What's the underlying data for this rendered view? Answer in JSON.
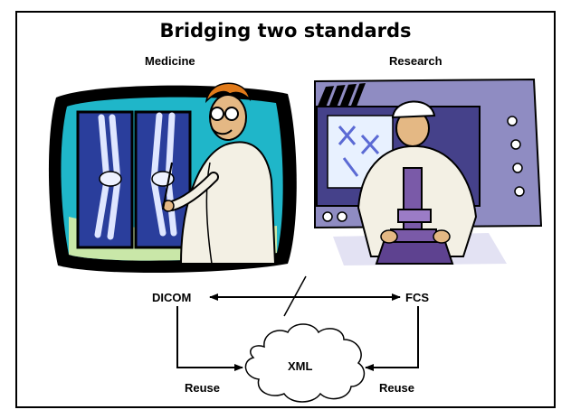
{
  "slide": {
    "title": "Bridging two standards",
    "labels": {
      "medicine": "Medicine",
      "research": "Research",
      "dicom": "DICOM",
      "fcs": "FCS",
      "xml": "XML",
      "reuse_left": "Reuse",
      "reuse_right": "Reuse"
    },
    "illustrations": {
      "left": "doctor-viewing-xray-clipart",
      "right": "scientist-at-microscope-clipart"
    },
    "colors": {
      "xray_bg": "#1fb6c9",
      "screen_blue": "#2a3e9c",
      "lab_panel": "#8f8cc2",
      "lab_dark": "#45418a",
      "microscope": "#7a5aa8",
      "skin": "#e4b884",
      "hair": "#e07a1a"
    }
  }
}
